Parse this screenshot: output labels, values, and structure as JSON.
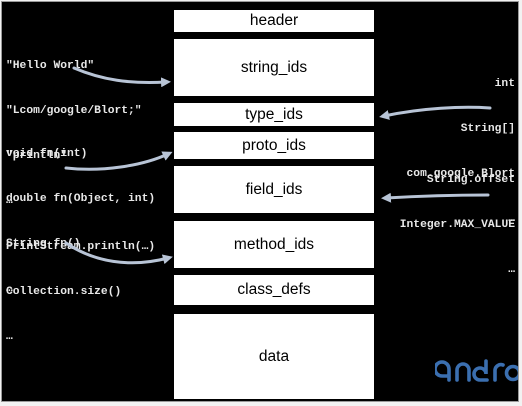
{
  "sections": [
    {
      "label": "header"
    },
    {
      "label": "string_ids"
    },
    {
      "label": "type_ids"
    },
    {
      "label": "proto_ids"
    },
    {
      "label": "field_ids"
    },
    {
      "label": "method_ids"
    },
    {
      "label": "class_defs"
    },
    {
      "label": "data"
    }
  ],
  "annotations": {
    "strings": [
      "\"Hello World\"",
      "\"Lcom/google/Blort;\"",
      "\"println\"",
      "…"
    ],
    "types": [
      "int",
      "String[]",
      "com.google.Blort",
      "…"
    ],
    "protos": [
      "void fn(int)",
      "double fn(Object, int)",
      "String fn()",
      "…"
    ],
    "fields": [
      "String.offset",
      "Integer.MAX_VALUE",
      "…"
    ],
    "methods": [
      "PrintStream.println(…)",
      "Collection.size()",
      "…"
    ]
  },
  "colors": {
    "background": "#000000",
    "box": "#ffffff",
    "arrow": "#b8c4d6",
    "logo": "#3b6fb0"
  },
  "logo": {
    "icon": "android-wordmark"
  }
}
